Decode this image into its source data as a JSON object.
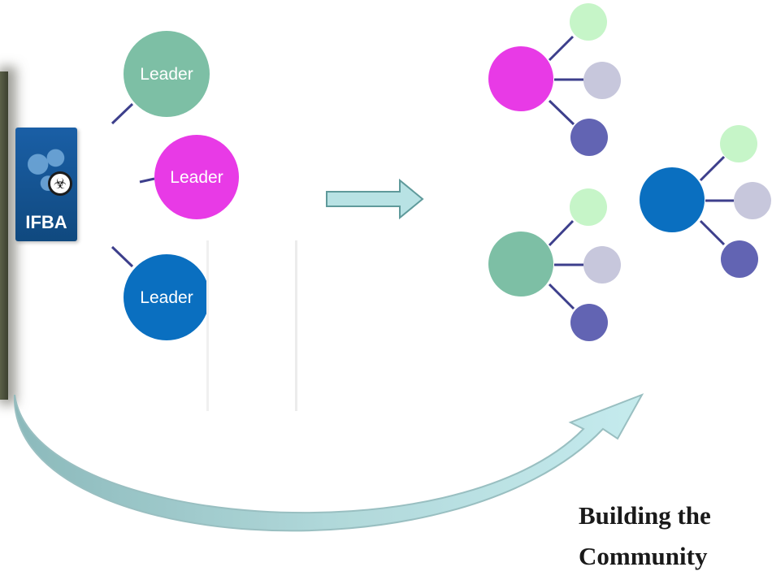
{
  "diagram": {
    "leaders": [
      {
        "label": "Leader",
        "color": "#7dbfa5"
      },
      {
        "label": "Leader",
        "color": "#e83ae6"
      },
      {
        "label": "Leader",
        "color": "#0a6fc0"
      }
    ],
    "logo_text": "IFBA",
    "caption": [
      "Building the",
      "Community"
    ],
    "colors": {
      "connector": "#3d3f8c",
      "node_light_green": "#c6f5c8",
      "node_light_gray": "#c7c7dc",
      "node_purple": "#6264b3",
      "arrow_fill": "#b8e2e4",
      "arrow_stroke": "#5f9a9b"
    }
  }
}
